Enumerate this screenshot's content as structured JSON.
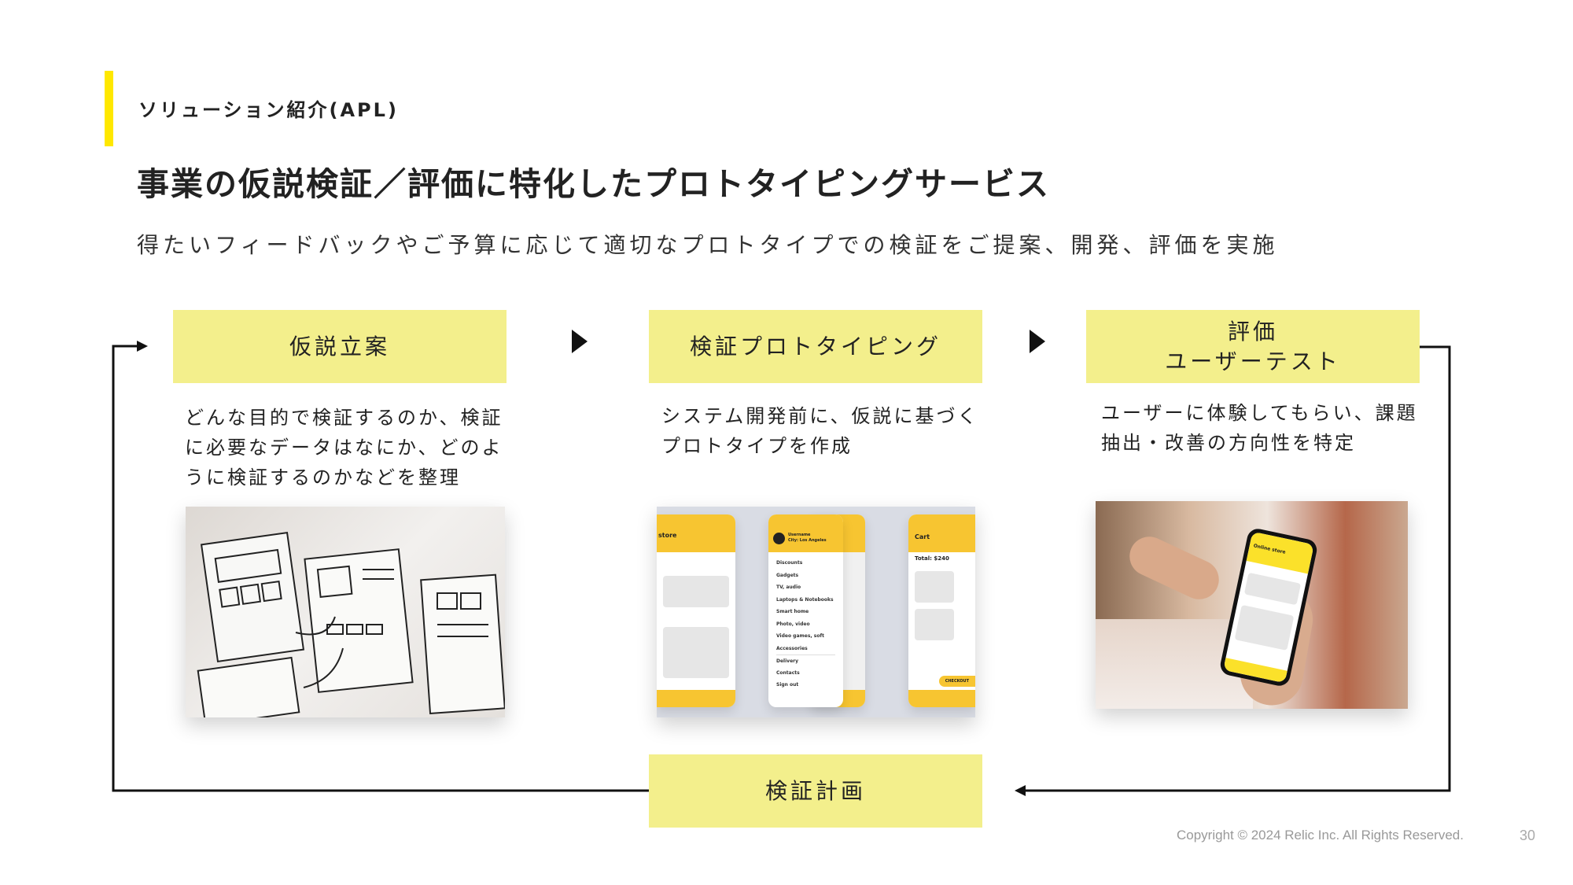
{
  "header": {
    "section_label": "ソリューション紹介(APL)",
    "title": "事業の仮説検証／評価に特化したプロトタイピングサービス",
    "description": "得たいフィードバックやご予算に応じて適切なプロトタイプでの検証をご提案、開発、評価を実施"
  },
  "colors": {
    "accent": "#ffe800",
    "step_box": "#f3ef8c"
  },
  "steps": [
    {
      "label": "仮説立案",
      "text": "どんな目的で検証するのか、検証\nに必要なデータはなにか、どのよ\nうに検証するのかなどを整理"
    },
    {
      "label": "検証プロトタイピング",
      "text": "システム開発前に、仮説に基づく\nプロトタイプを作成"
    },
    {
      "label": "評価\nユーザーテスト",
      "text": "ユーザーに体験してもらい、課題\n抽出・改善の方向性を特定"
    },
    {
      "label": "検証計画"
    }
  ],
  "mockup": {
    "store_title": "store",
    "username": "Username",
    "city": "City: Los Angeles",
    "menu": [
      "Discounts",
      "Gadgets",
      "TV, audio",
      "Laptops & Notebooks",
      "Smart home",
      "Photo, video",
      "Video games, soft",
      "Accessories",
      "Delivery",
      "Contacts",
      "Sign out"
    ],
    "cart_title": "Cart",
    "cart_total": "Total: $240",
    "checkout": "CHECKOUT",
    "photo_app_title": "Online store"
  },
  "footer": {
    "copyright": "Copyright © 2024 Relic Inc. All Rights Reserved.",
    "page_number": "30"
  }
}
